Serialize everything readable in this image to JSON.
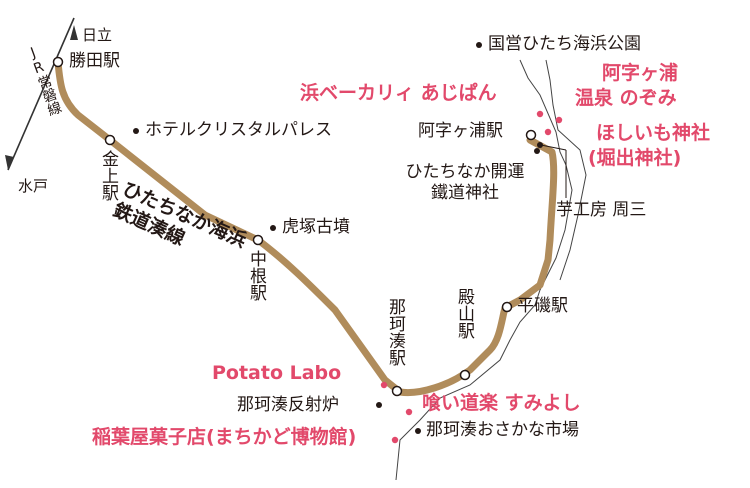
{
  "map": {
    "colors": {
      "railway": "#b08c5b",
      "highlight": "#e2496b",
      "text": "#231815",
      "coastline": "#444444"
    },
    "jr_line": {
      "name": "JR常磐線",
      "north_terminal": "日立",
      "south_terminal": "水戸"
    },
    "railway": {
      "name": "ひたちなか海浜鉄道湊線"
    },
    "stations": {
      "katsuta": "勝田駅",
      "kanaage": "金上駅",
      "nakane": "中根駅",
      "nakaminato": "那珂湊駅",
      "tonoyama": "殿山駅",
      "hiraiso": "平磯駅",
      "ajigaura": "阿字ヶ浦駅"
    },
    "landmarks": {
      "hotel": "ホテルクリスタルパレス",
      "tumulus": "虎塚古墳",
      "park": "国営ひたち海浜公園",
      "shrine_kaiun": "ひたちなか開運鐵道神社",
      "imokobo": "芋工房 周三",
      "hansharo": "那珂湊反射炉",
      "fish_market": "那珂湊おさかな市場"
    },
    "highlights": {
      "bakery": "浜ベーカリィ あじぱん",
      "onsen_line1": "阿字ヶ浦",
      "onsen_line2": "温泉 のぞみ",
      "hoshiimo_line1": "ほしいも神社",
      "hoshiimo_line2": "(堀出神社)",
      "potato_labo": "Potato Labo",
      "sumiyoshi": "喰い道楽 すみよし",
      "inabaya": "稲葉屋菓子店(まちかど博物館)"
    }
  }
}
